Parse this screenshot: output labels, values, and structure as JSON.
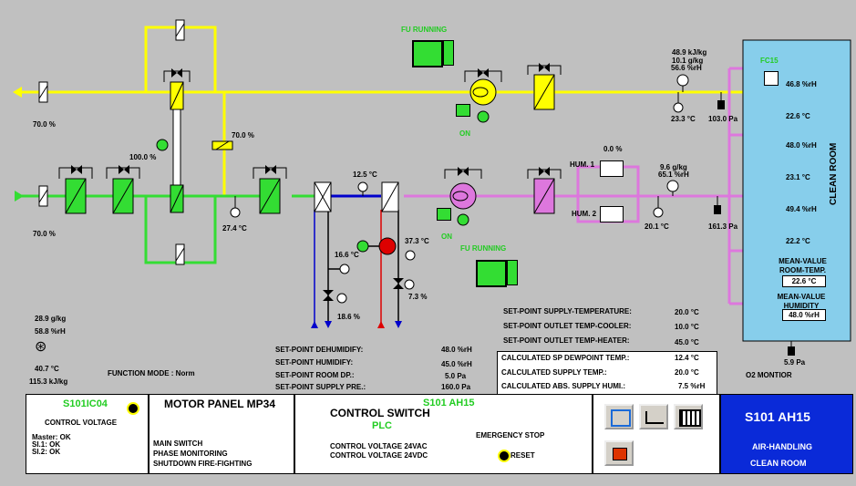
{
  "colors": {
    "outside_air": "#ffff00",
    "fresh_air": "#33dd33",
    "heated_air": "#dd77dd",
    "cold_water": "#0000cc",
    "hot_water": "#dd0000",
    "clean_room": "#87ceeb",
    "panel_blue": "#0a2ad8",
    "running": "#22cc22"
  },
  "left": {
    "exhaust_damper": "70.0 %",
    "intake_damper": "70.0 %",
    "bypass_damper": "100.0 %",
    "mix_damper": "70.0 %",
    "mix_temp": "27.4 °C"
  },
  "fans": {
    "exhaust_status": "FU RUNNING",
    "exhaust_on": "ON",
    "supply_status": "FU RUNNING",
    "supply_on": "ON"
  },
  "return_line": {
    "enthalpy": "48.9 kJ/kg",
    "abs_hum": "10.1 g/kg",
    "rel_hum": "56.6 %rH",
    "temp": "23.3 °C",
    "pressure": "103.0 Pa"
  },
  "supply_line": {
    "cooler_temp": "12.5 °C",
    "humid_pct": "0.0 %",
    "abs_hum": "9.6 g/kg",
    "rel_hum": "65.1 %rH",
    "temp": "20.1 °C",
    "pressure": "161.3 Pa",
    "hum1": "HUM. 1",
    "hum2": "HUM. 2"
  },
  "cooler": {
    "return_temp": "16.6 °C",
    "valve": "18.6 %"
  },
  "heater": {
    "temp": "37.3 °C",
    "valve": "7.3 %"
  },
  "clean_room": {
    "title": "CLEAN ROOM",
    "fc": "FC15",
    "h1": "46.8 %rH",
    "t1": "22.6 °C",
    "h2": "48.0 %rH",
    "t2": "23.1 °C",
    "h3": "49.4 %rH",
    "t3": "22.2 °C",
    "mean_temp_label": "MEAN-VALUE ROOM-TEMP.",
    "mean_temp": "22.6 °C",
    "mean_hum_label": "MEAN-VALUE HUMIDITY",
    "mean_hum": "48.0 %rH",
    "pressure": "5.9 Pa",
    "o2": "O2 MONTIOR"
  },
  "outdoor": {
    "abs_hum": "28.9 g/kg",
    "rel_hum": "58.8 %rH",
    "temp": "40.7 °C",
    "enthalpy": "115.3 kJ/kg"
  },
  "function_mode": "FUNCTION MODE :  Norm",
  "setpoints_a": [
    {
      "label": "SET-POINT DEHUMIDIFY:",
      "value": "48.0 %rH"
    },
    {
      "label": "SET-POINT HUMIDIFY:",
      "value": "45.0 %rH"
    },
    {
      "label": "SET-POINT ROOM DP.:",
      "value": "5.0 Pa"
    },
    {
      "label": "SET-POINT SUPPLY PRE.:",
      "value": "160.0 Pa"
    }
  ],
  "setpoints_b": [
    {
      "label": "SET-POINT SUPPLY-TEMPERATURE:",
      "value": "20.0 °C"
    },
    {
      "label": "SET-POINT OUTLET TEMP-COOLER:",
      "value": "10.0 °C"
    },
    {
      "label": "SET-POINT OUTLET TEMP-HEATER:",
      "value": "45.0 °C"
    }
  ],
  "calculated": [
    {
      "label": "CALCULATED SP DEWPOINT TEMP.:",
      "value": "12.4 °C"
    },
    {
      "label": "CALCULATED SUPPLY TEMP.:",
      "value": "20.0 °C"
    },
    {
      "label": "CALCULATED ABS. SUPPLY HUMI.:",
      "value": "7.5 %rH"
    }
  ],
  "bottom": {
    "p1_title": "S101IC04",
    "p1_cv": "CONTROL VOLTAGE",
    "p1_master": "Master:  OK",
    "p1_si1": "SI.1:       OK",
    "p1_si2": "SI.2:       OK",
    "p2_title": "MOTOR PANEL MP34",
    "p2_l1": "MAIN SWITCH",
    "p2_l2": "PHASE MONITORING",
    "p2_l3": "SHUTDOWN FIRE-FIGHTING",
    "p3_title": "S101 AH15",
    "p3_cs": "CONTROL SWITCH",
    "p3_plc": "PLC",
    "p3_estop": "EMERGENCY STOP",
    "p3_cv1": "CONTROL VOLTAGE 24VAC",
    "p3_cv2": "CONTROL VOLTAGE 24VDC",
    "p3_reset": "RESET",
    "p5_title": "S101 AH15",
    "p5_l1": "AIR-HANDLING",
    "p5_l2": "CLEAN ROOM"
  },
  "icons": [
    "damper-icon",
    "fan-icon",
    "filter-icon",
    "valve-icon",
    "pump-icon",
    "sensor-icon",
    "building-icon",
    "chart-icon",
    "panel-icon"
  ]
}
